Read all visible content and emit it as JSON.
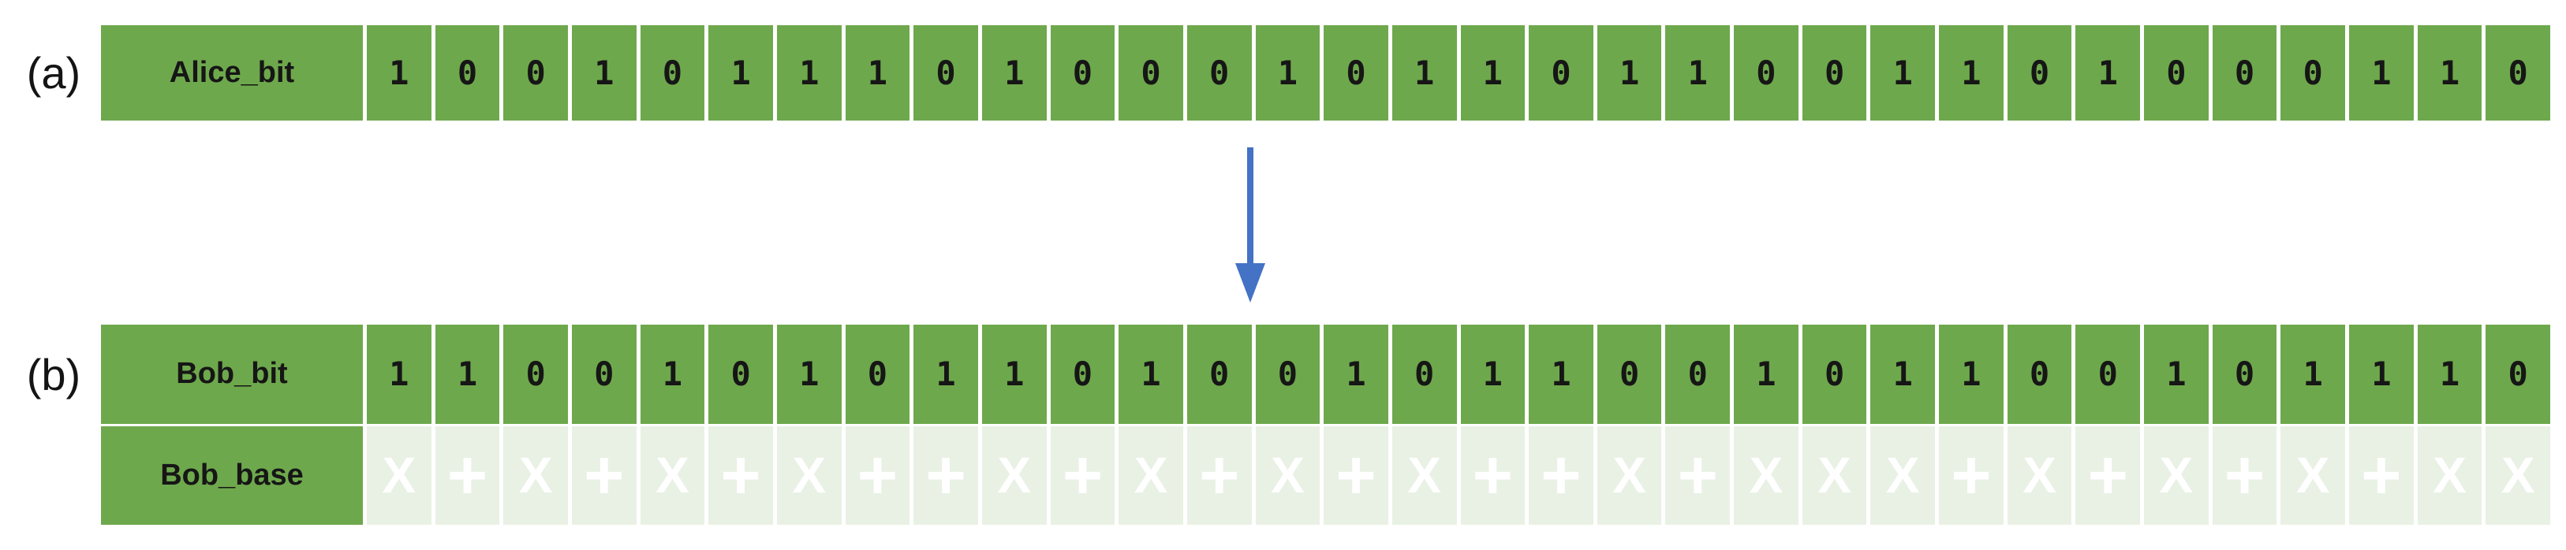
{
  "panels": {
    "a": {
      "label": "(a)",
      "header": "Alice_bit",
      "cells": [
        "1",
        "0",
        "0",
        "1",
        "0",
        "1",
        "1",
        "1",
        "0",
        "1",
        "0",
        "0",
        "0",
        "1",
        "0",
        "1",
        "1",
        "0",
        "1",
        "1",
        "0",
        "0",
        "1",
        "1",
        "0",
        "1",
        "0",
        "0",
        "0",
        "1",
        "1",
        "0"
      ]
    },
    "b": {
      "label": "(b)",
      "bit": {
        "header": "Bob_bit",
        "cells": [
          "1",
          "1",
          "0",
          "0",
          "1",
          "0",
          "1",
          "0",
          "1",
          "1",
          "0",
          "1",
          "0",
          "0",
          "1",
          "0",
          "1",
          "1",
          "0",
          "0",
          "1",
          "0",
          "1",
          "1",
          "0",
          "0",
          "1",
          "0",
          "1",
          "1",
          "1",
          "0"
        ]
      },
      "base": {
        "header": "Bob_base",
        "cells": [
          "X",
          "+",
          "X",
          "+",
          "X",
          "+",
          "X",
          "+",
          "+",
          "X",
          "+",
          "X",
          "+",
          "X",
          "+",
          "X",
          "+",
          "+",
          "X",
          "+",
          "X",
          "X",
          "X",
          "+",
          "X",
          "+",
          "X",
          "+",
          "X",
          "+",
          "X",
          "X"
        ]
      }
    }
  },
  "icons": {
    "arrow": "down-arrow-icon"
  },
  "colors": {
    "cell_green": "#6EA84C",
    "cell_light": "#E9F1E5",
    "arrow_blue": "#4472C4",
    "bit_text": "#161616",
    "base_text": "#FFFFFF",
    "label_text": "#141414"
  }
}
